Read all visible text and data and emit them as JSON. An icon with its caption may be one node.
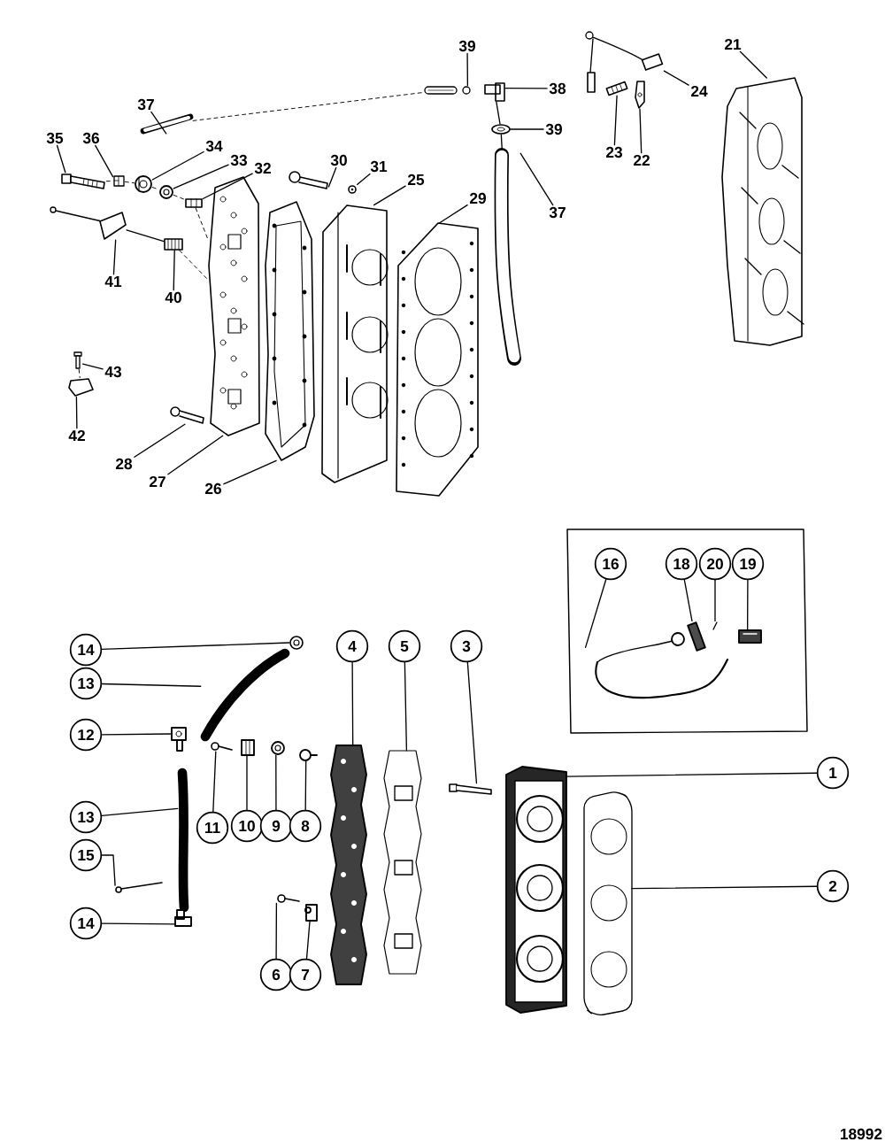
{
  "diagram": {
    "nodes": [
      {
        "text": [
          "37"
        ]
      },
      {
        "text": [
          "35"
        ]
      },
      {
        "text": [
          "36"
        ]
      },
      {
        "text": [
          "34"
        ]
      },
      {
        "text": [
          "33"
        ]
      },
      {
        "text": [
          "32"
        ]
      },
      {
        "text": [
          "30"
        ]
      },
      {
        "text": [
          "31"
        ]
      },
      {
        "text": [
          "25"
        ]
      },
      {
        "text": [
          "29"
        ]
      },
      {
        "text": [
          "39"
        ]
      },
      {
        "text": [
          "38"
        ]
      },
      {
        "text": [
          "39"
        ]
      },
      {
        "text": [
          "37"
        ]
      },
      {
        "text": [
          "24"
        ]
      },
      {
        "text": [
          "23"
        ]
      },
      {
        "text": [
          "22"
        ]
      },
      {
        "text": [
          "21"
        ]
      },
      {
        "text": [
          "41"
        ]
      },
      {
        "text": [
          "40"
        ]
      },
      {
        "text": [
          "43"
        ]
      },
      {
        "text": [
          "42"
        ]
      },
      {
        "text": [
          "28"
        ]
      },
      {
        "text": [
          "27"
        ]
      },
      {
        "text": [
          "26"
        ]
      },
      {
        "text": [
          "16"
        ]
      },
      {
        "text": [
          "18"
        ]
      },
      {
        "text": [
          "20"
        ]
      },
      {
        "text": [
          "19"
        ]
      },
      {
        "text": [
          "14"
        ]
      },
      {
        "text": [
          "13"
        ]
      },
      {
        "text": [
          "12"
        ]
      },
      {
        "text": [
          "4"
        ]
      },
      {
        "text": [
          "5"
        ]
      },
      {
        "text": [
          "3"
        ]
      },
      {
        "text": [
          "11"
        ]
      },
      {
        "text": [
          "10"
        ]
      },
      {
        "text": [
          "9"
        ]
      },
      {
        "text": [
          "8"
        ]
      },
      {
        "text": [
          "1"
        ]
      },
      {
        "text": [
          "13"
        ]
      },
      {
        "text": [
          "15"
        ]
      },
      {
        "text": [
          "2"
        ]
      },
      {
        "text": [
          "14"
        ]
      },
      {
        "text": [
          "6"
        ]
      },
      {
        "text": [
          "7"
        ]
      },
      {
        "text": [],
        "shape": "picture"
      },
      {
        "text": [],
        "shape": "picture"
      },
      {
        "text": [],
        "shape": "picture"
      },
      {
        "text": [],
        "shape": "picture"
      },
      {
        "text": [],
        "shape": "picture"
      },
      {
        "text": [],
        "shape": "picture"
      },
      {
        "text": [],
        "shape": "picture"
      },
      {
        "text": [],
        "shape": "picture"
      },
      {
        "text": [],
        "shape": "picture"
      },
      {
        "text": [],
        "shape": "picture"
      },
      {
        "text": [],
        "shape": "picture"
      },
      {
        "text": [],
        "shape": "picture"
      },
      {
        "text": [],
        "shape": "picture"
      },
      {
        "text": [],
        "shape": "picture"
      },
      {
        "text": [],
        "shape": "picture"
      },
      {
        "text": [],
        "shape": "picture"
      },
      {
        "text": [],
        "shape": "picture"
      },
      {
        "text": [],
        "shape": "picture"
      },
      {
        "text": [],
        "shape": "picture"
      },
      {
        "text": [],
        "shape": "picture"
      },
      {
        "text": [],
        "shape": "picture"
      },
      {
        "text": [],
        "shape": "picture"
      },
      {
        "text": [],
        "shape": "picture"
      },
      {
        "text": [],
        "shape": "picture"
      },
      {
        "text": [],
        "shape": "picture"
      },
      {
        "text": [],
        "shape": "picture"
      },
      {
        "text": [],
        "shape": "picture"
      },
      {
        "text": [],
        "shape": "picture"
      },
      {
        "text": [],
        "shape": "picture"
      },
      {
        "text": [],
        "shape": "picture"
      },
      {
        "text": [],
        "shape": "picture"
      },
      {
        "text": [],
        "shape": "picture"
      },
      {
        "text": [],
        "shape": "picture"
      },
      {
        "text": [],
        "shape": "picture"
      },
      {
        "text": [],
        "shape": "picture"
      },
      {
        "text": [],
        "shape": "picture"
      },
      {
        "text": [],
        "shape": "picture"
      },
      {
        "text": [],
        "shape": "picture"
      },
      {
        "text": [],
        "shape": "picture"
      },
      {
        "text": [],
        "shape": "picture"
      },
      {
        "text": [],
        "shape": "picture"
      },
      {
        "text": [],
        "shape": "picture"
      },
      {
        "text": [],
        "shape": "picture"
      },
      {
        "text": [],
        "shape": "picture"
      },
      {
        "text": [],
        "shape": "picture"
      },
      {
        "text": [],
        "shape": "picture"
      },
      {
        "text": [],
        "shape": "picture"
      }
    ],
    "edges": [
      {
        "from": 0,
        "to": 46,
        "arrow": "none"
      },
      {
        "from": 1,
        "to": 47,
        "arrow": "none"
      },
      {
        "from": 2,
        "to": 48,
        "arrow": "none"
      },
      {
        "from": 3,
        "to": 49,
        "arrow": "none"
      },
      {
        "from": 4,
        "to": 50,
        "arrow": "none"
      },
      {
        "from": 5,
        "to": 51,
        "arrow": "none"
      },
      {
        "from": 6,
        "to": 52,
        "arrow": "none"
      },
      {
        "from": 7,
        "to": 53,
        "arrow": "none"
      },
      {
        "from": 8,
        "to": 54,
        "arrow": "none"
      },
      {
        "from": 9,
        "to": 55,
        "arrow": "none"
      },
      {
        "from": 10,
        "to": 57,
        "arrow": "none"
      },
      {
        "from": 11,
        "to": 58,
        "arrow": "none"
      },
      {
        "from": 12,
        "to": 59,
        "arrow": "none"
      },
      {
        "from": 13,
        "to": 60,
        "arrow": "none"
      },
      {
        "from": 14,
        "to": 61,
        "arrow": "none"
      },
      {
        "from": 15,
        "to": 62,
        "arrow": "none"
      },
      {
        "from": 16,
        "to": 63,
        "arrow": "none"
      },
      {
        "from": 17,
        "to": 64,
        "arrow": "none"
      },
      {
        "from": 18,
        "to": 65,
        "arrow": "none"
      },
      {
        "from": 19,
        "to": 66,
        "arrow": "none"
      },
      {
        "from": 20,
        "to": 67,
        "arrow": "none"
      },
      {
        "from": 21,
        "to": 68,
        "arrow": "none"
      },
      {
        "from": 22,
        "to": 69,
        "arrow": "none"
      },
      {
        "from": 23,
        "to": 70,
        "arrow": "none"
      },
      {
        "from": 24,
        "to": 71,
        "arrow": "none"
      },
      {
        "from": 25,
        "to": 72,
        "arrow": "none"
      },
      {
        "from": 26,
        "to": 73,
        "arrow": "none"
      },
      {
        "from": 27,
        "to": 74,
        "arrow": "none"
      },
      {
        "from": 28,
        "to": 75,
        "arrow": "none"
      },
      {
        "from": 29,
        "to": 76,
        "arrow": "none"
      },
      {
        "from": 30,
        "to": 77,
        "arrow": "none"
      },
      {
        "from": 31,
        "to": 78,
        "arrow": "none"
      },
      {
        "from": 32,
        "to": 79,
        "arrow": "none"
      },
      {
        "from": 33,
        "to": 80,
        "arrow": "none"
      },
      {
        "from": 34,
        "to": 81,
        "arrow": "none"
      },
      {
        "from": 35,
        "to": 82,
        "arrow": "none"
      },
      {
        "from": 36,
        "to": 83,
        "arrow": "none"
      },
      {
        "from": 37,
        "to": 84,
        "arrow": "none"
      },
      {
        "from": 38,
        "to": 85,
        "arrow": "none"
      },
      {
        "from": 39,
        "to": 86,
        "arrow": "none"
      },
      {
        "from": 40,
        "to": 87,
        "arrow": "none"
      },
      {
        "from": 41,
        "to": 88,
        "arrow": "none"
      },
      {
        "from": 42,
        "to": 89,
        "arrow": "none"
      },
      {
        "from": 43,
        "to": 90,
        "arrow": "none"
      },
      {
        "from": 44,
        "to": 91,
        "arrow": "none"
      },
      {
        "from": 45,
        "to": 92,
        "arrow": "none"
      },
      {
        "from": 46,
        "to": 56,
        "arrow": "none",
        "style": "dashed"
      },
      {
        "from": 47,
        "to": 48,
        "arrow": "none",
        "style": "dashed"
      },
      {
        "from": 48,
        "to": 49,
        "arrow": "none",
        "style": "dashed"
      },
      {
        "from": 49,
        "to": 50,
        "arrow": "none",
        "style": "dashed"
      },
      {
        "from": 50,
        "to": 51,
        "arrow": "none",
        "style": "dashed"
      },
      {
        "from": 51,
        "to": 70,
        "arrow": "none",
        "style": "dashed"
      },
      {
        "from": 65,
        "to": 66,
        "arrow": "none"
      },
      {
        "from": 66,
        "to": 70,
        "arrow": "none",
        "style": "dashed"
      },
      {
        "from": 58,
        "to": 59,
        "arrow": "none"
      },
      {
        "from": 59,
        "to": 60,
        "arrow": "none"
      },
      {
        "from": 67,
        "to": 68,
        "arrow": "none",
        "style": "dashed"
      }
    ],
    "labels": [
      "18992"
    ]
  }
}
